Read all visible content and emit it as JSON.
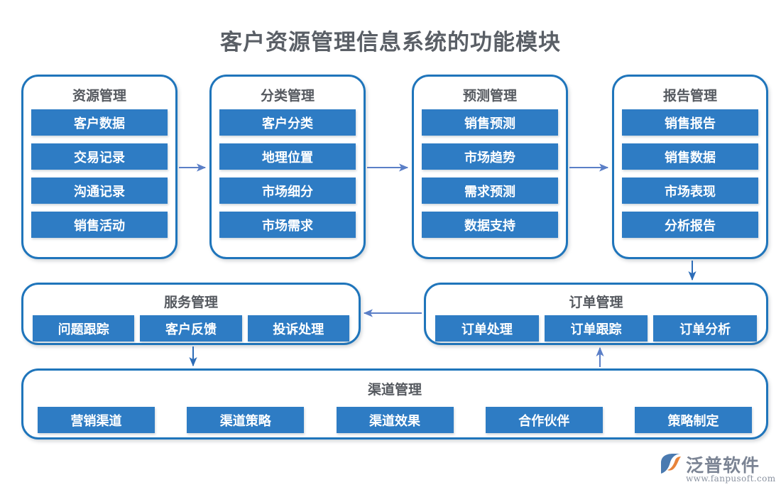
{
  "title": "客户资源管理信息系统的功能模块",
  "colors": {
    "card_border": "#1f75bb",
    "chip_fill": "#2e7cc4",
    "chip_text": "#ffffff",
    "title_text": "#5a5f66",
    "arrow": "#5b7fc7",
    "logo_blue": "#3f6fa8",
    "logo_orange": "#e8833a"
  },
  "columns": [
    {
      "title": "资源管理",
      "items": [
        "客户数据",
        "交易记录",
        "沟通记录",
        "销售活动"
      ]
    },
    {
      "title": "分类管理",
      "items": [
        "客户分类",
        "地理位置",
        "市场细分",
        "市场需求"
      ]
    },
    {
      "title": "预测管理",
      "items": [
        "销售预测",
        "市场趋势",
        "需求预测",
        "数据支持"
      ]
    },
    {
      "title": "报告管理",
      "items": [
        "销售报告",
        "销售数据",
        "市场表现",
        "分析报告"
      ]
    }
  ],
  "service": {
    "title": "服务管理",
    "items": [
      "问题跟踪",
      "客户反馈",
      "投诉处理"
    ]
  },
  "order": {
    "title": "订单管理",
    "items": [
      "订单处理",
      "订单跟踪",
      "订单分析"
    ]
  },
  "channel": {
    "title": "渠道管理",
    "items": [
      "营销渠道",
      "渠道策略",
      "渠道效果",
      "合作伙伴",
      "策略制定"
    ]
  },
  "logo": {
    "name": "泛普软件",
    "url": "www.fanpusoft.com"
  }
}
